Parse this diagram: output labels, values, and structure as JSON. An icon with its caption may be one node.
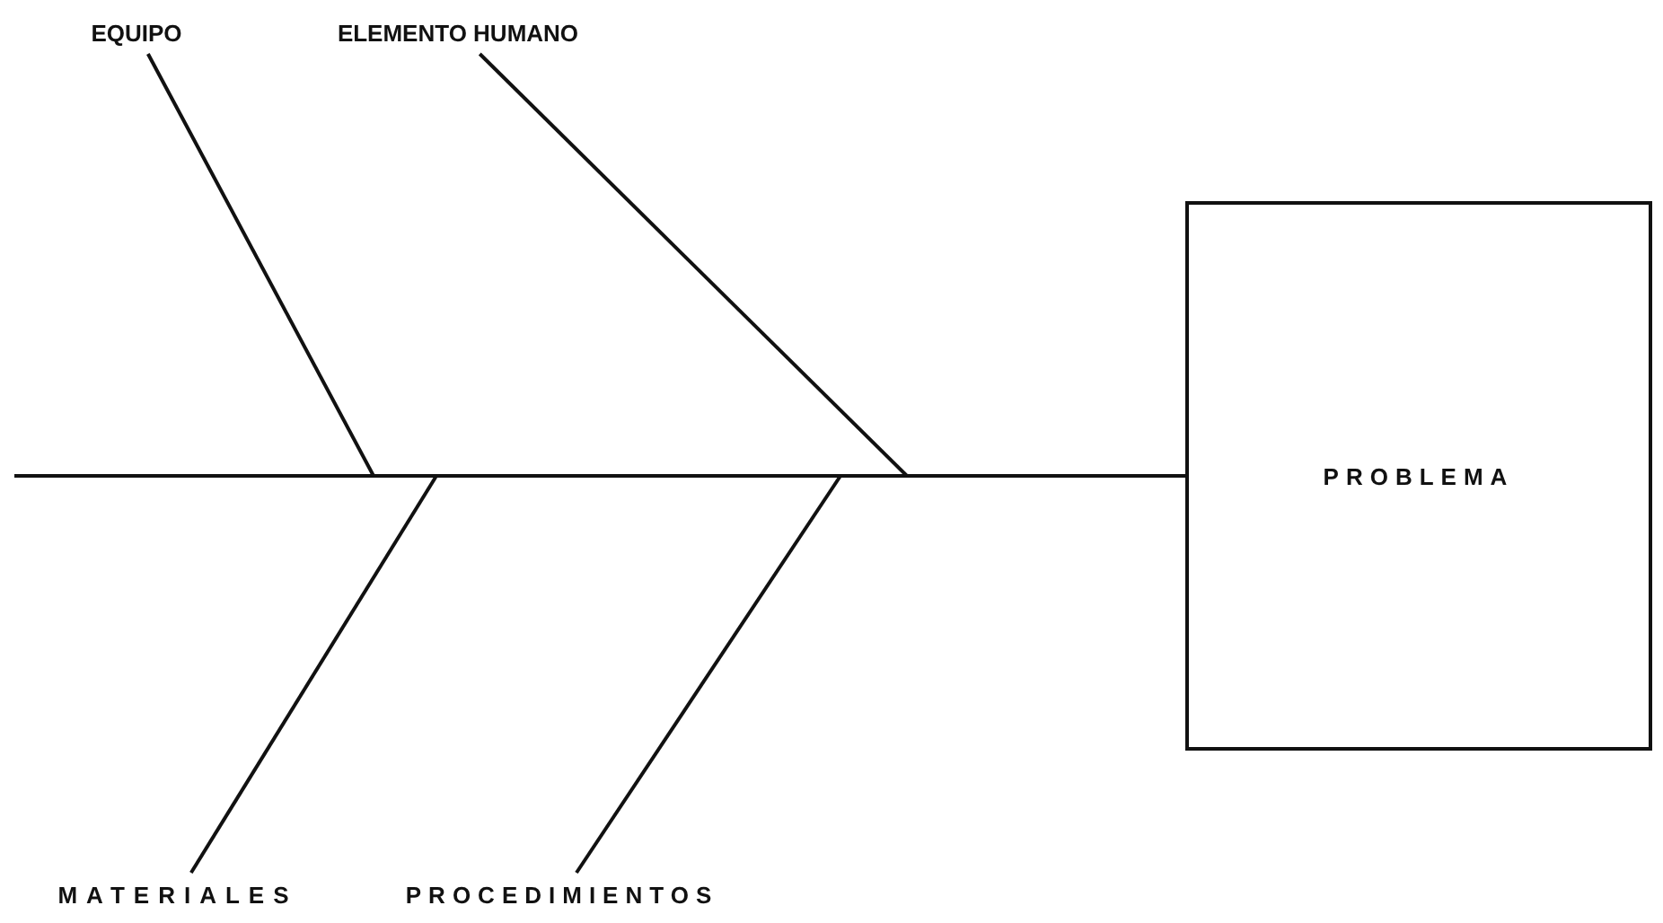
{
  "diagram": {
    "nodes": [
      {
        "text": [
          "EQUIPO"
        ]
      },
      {
        "text": [
          "ELEMENTO HUMANO"
        ]
      },
      {
        "text": [
          "MATERIALES"
        ]
      },
      {
        "text": [
          "PROCEDIMIENTOS"
        ]
      },
      {
        "text": [
          "PROBLEMA"
        ]
      }
    ],
    "edges": [
      {
        "from": null,
        "to": 4,
        "arrow": "none"
      },
      {
        "from": 0,
        "to": null,
        "arrow": "none"
      },
      {
        "from": 1,
        "to": null,
        "arrow": "none"
      },
      {
        "from": 2,
        "to": null,
        "arrow": "none"
      },
      {
        "from": 3,
        "to": null,
        "arrow": "none"
      }
    ]
  }
}
